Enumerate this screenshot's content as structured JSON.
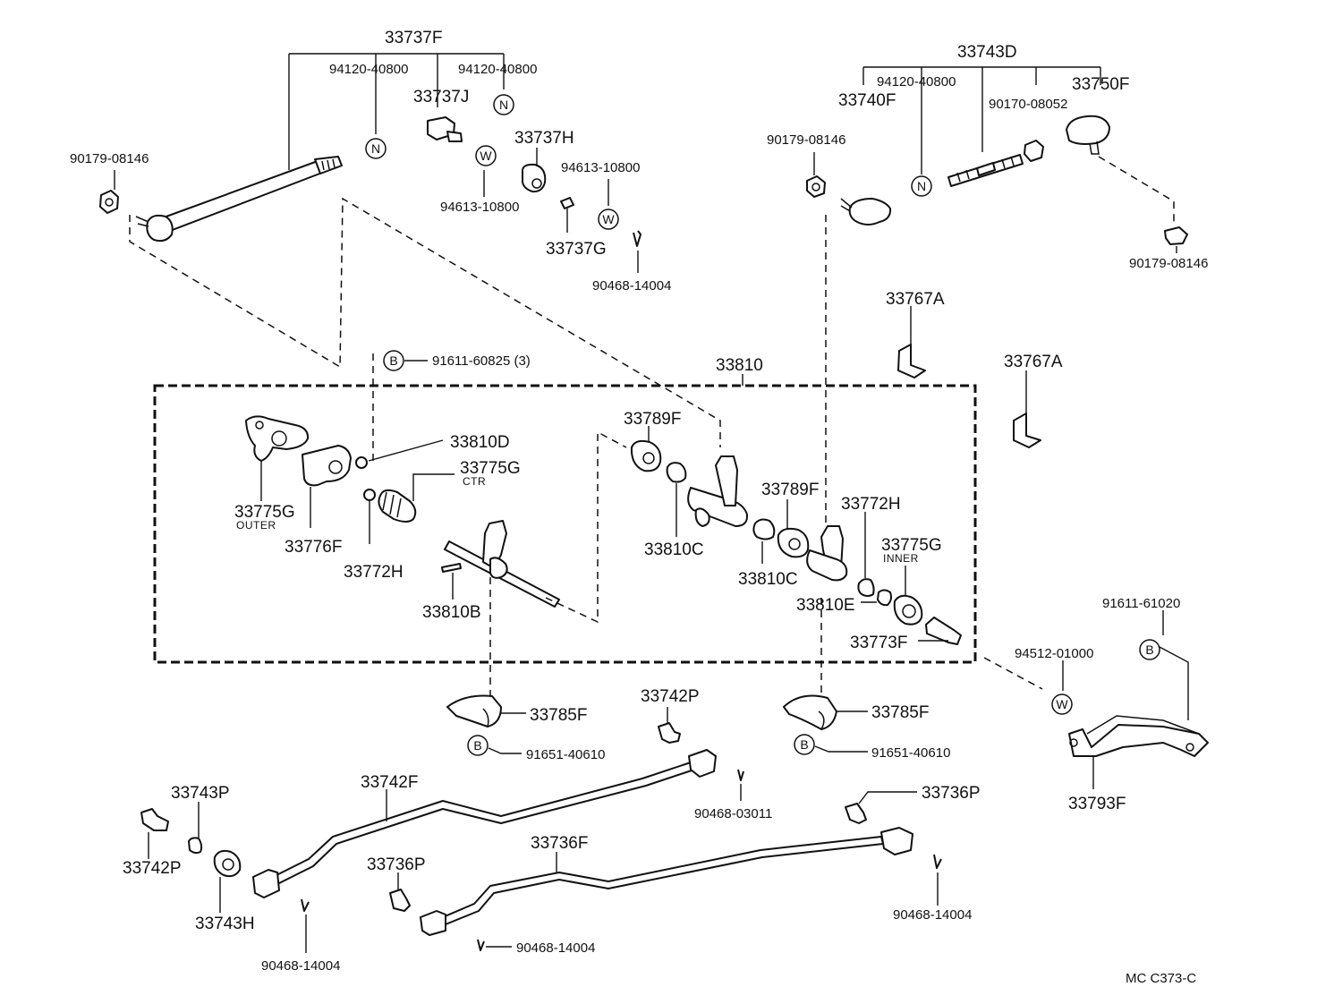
{
  "labels": {
    "p33737F": "33737F",
    "p94120_a": "94120-40800",
    "p94120_b": "94120-40800",
    "p33737J": "33737J",
    "p33737H": "33737H",
    "p94613_a": "94613-10800",
    "p94613_b": "94613-10800",
    "p33737G": "33737G",
    "p90468_top": "90468-14004",
    "p90179_left": "90179-08146",
    "p33743D": "33743D",
    "p94120_c": "94120-40800",
    "p33740F": "33740F",
    "p90170": "90170-08052",
    "p33750F": "33750F",
    "p90179_mid": "90179-08146",
    "p90179_right": "90179-08146",
    "p33767A_a": "33767A",
    "p33767A_b": "33767A",
    "p91611_top": "91611-60825 (3)",
    "p33810": "33810",
    "p33810D": "33810D",
    "p33775G_ctr": "33775G",
    "ctr": "CTR",
    "p33775G_outer": "33775G",
    "outer": "OUTER",
    "p33776F": "33776F",
    "p33772H_left": "33772H",
    "p33810B": "33810B",
    "p33789F_a": "33789F",
    "p33810C_a": "33810C",
    "p33789F_b": "33789F",
    "p33810C_b": "33810C",
    "p33772H_right": "33772H",
    "p33775G_inner": "33775G",
    "inner": "INNER",
    "p33810E": "33810E",
    "p33773F": "33773F",
    "p91611_right": "91611-61020",
    "p94512": "94512-01000",
    "p33785F_a": "33785F",
    "p91651_a": "91651-40610",
    "p33742P_top": "33742P",
    "p33785F_b": "33785F",
    "p91651_b": "91651-40610",
    "p33793F": "33793F",
    "p33742F": "33742F",
    "p90468_03011": "90468-03011",
    "p33743P": "33743P",
    "p33742P_left": "33742P",
    "p33743H": "33743H",
    "p90468_bl": "90468-14004",
    "p33736P_mid": "33736P",
    "p33736F": "33736F",
    "p33736P_right": "33736P",
    "p90468_bm": "90468-14004",
    "p90468_br": "90468-14004",
    "code": "MC  C373-C"
  },
  "symbols": {
    "nut": "N",
    "washer": "W",
    "bolt": "B"
  }
}
